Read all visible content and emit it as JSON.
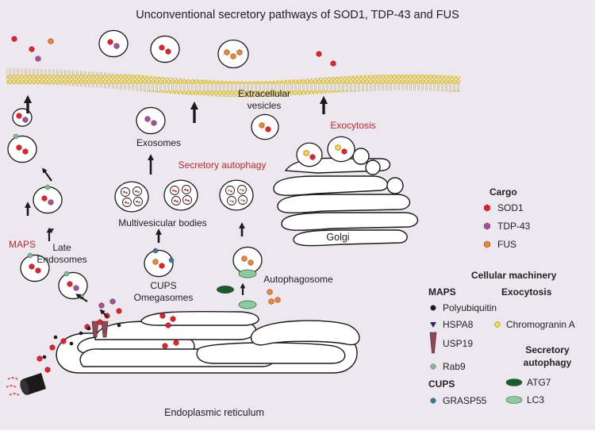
{
  "title": "Unconventional secretory pathways of SOD1, TDP-43 and FUS",
  "labels": {
    "extracellular_vesicles_1": "Extracellular",
    "extracellular_vesicles_2": "vesicles",
    "exocytosis": "Exocytosis",
    "exosomes": "Exosomes",
    "secretory_autophagy": "Secretory autophagy",
    "multivesicular_bodies": "Multivesicular bodies",
    "maps": "MAPS",
    "late_endosomes_1": "Late",
    "late_endosomes_2": "Endosomes",
    "golgi": "Golgi",
    "cups": "CUPS",
    "omegasomes": "Omegasomes",
    "autophagosome": "Autophagosome",
    "endoplasmic_reticulum": "Endoplasmic reticulum"
  },
  "legend": {
    "cargo_title": "Cargo",
    "cargo": [
      {
        "label": "SOD1",
        "color": "#e8202a",
        "shape": "hexagon"
      },
      {
        "label": "TDP-43",
        "color": "#a055a3",
        "shape": "hexagon"
      },
      {
        "label": "FUS",
        "color": "#f0892a",
        "shape": "hexagon"
      }
    ],
    "machinery_title": "Cellular machinery",
    "maps_title": "MAPS",
    "maps_items": [
      {
        "label": "Polyubiquitin",
        "color": "#1a1a1a",
        "shape": "dot"
      },
      {
        "label": "HSPA8",
        "color": "#2b2a6e",
        "shape": "triangle"
      },
      {
        "label": "USP19",
        "color": "#8b4a55",
        "shape": "channel"
      },
      {
        "label": "Rab9",
        "color": "#7fc08e",
        "shape": "dot"
      }
    ],
    "cups_title": "CUPS",
    "cups_items": [
      {
        "label": "GRASP55",
        "color": "#2d7f9a",
        "shape": "dot"
      }
    ],
    "exocytosis_title": "Exocytosis",
    "exocytosis_items": [
      {
        "label": "Chromogranin A",
        "color": "#f4e22a",
        "shape": "dot"
      }
    ],
    "sec_autophagy_title_1": "Secretory",
    "sec_autophagy_title_2": "autophagy",
    "sec_autophagy_items": [
      {
        "label": "ATG7",
        "color": "#1d5a30",
        "shape": "ellipse"
      },
      {
        "label": "LC3",
        "color": "#8ccba0",
        "shape": "ellipse"
      }
    ]
  },
  "colors": {
    "background": "#ede8f0",
    "pathway_red": "#c0282d",
    "membrane": "#f4e06a",
    "membrane_stroke": "#b8a24a"
  }
}
